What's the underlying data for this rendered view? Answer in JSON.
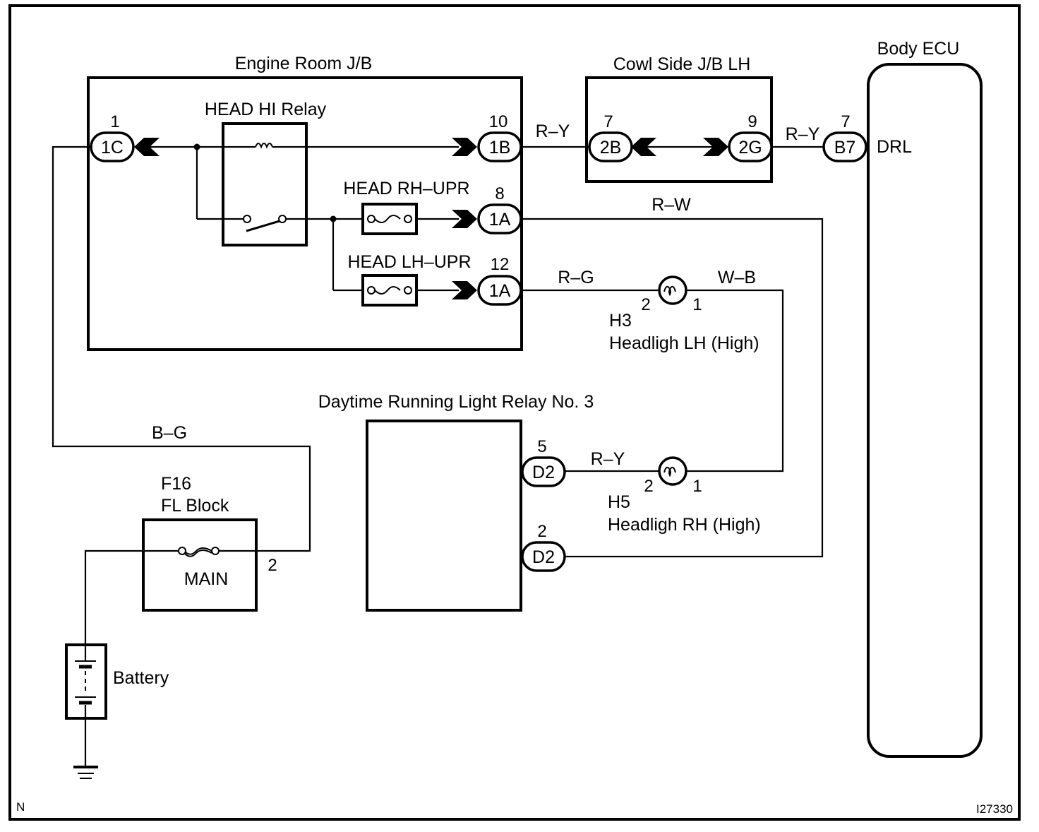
{
  "diagram": {
    "corner_left": "N",
    "figure_id": "I27330",
    "components": {
      "engine_room_jb": {
        "title": "Engine Room J/B"
      },
      "head_hi_relay": {
        "title": "HEAD HI Relay"
      },
      "fuse_head_rh_upr": {
        "title": "HEAD RH–UPR"
      },
      "fuse_head_lh_upr": {
        "title": "HEAD LH–UPR"
      },
      "cowl_side_jb": {
        "title": "Cowl Side J/B LH"
      },
      "body_ecu": {
        "title": "Body ECU",
        "terminal": "DRL"
      },
      "drl_relay": {
        "title": "Daytime Running Light Relay No. 3"
      },
      "fl_block": {
        "code": "F16",
        "title": "FL Block",
        "fuse": "MAIN",
        "pin": "2"
      },
      "battery": {
        "title": "Battery"
      },
      "headlight_lh": {
        "code": "H3",
        "title": "Headligh LH (High)",
        "pin_in": "2",
        "pin_out": "1"
      },
      "headlight_rh": {
        "code": "H5",
        "title": "Headligh RH (High)",
        "pin_in": "2",
        "pin_out": "1"
      }
    },
    "connectors": {
      "c1C": {
        "name": "1C",
        "pin": "1"
      },
      "c1B": {
        "name": "1B",
        "pin": "10"
      },
      "c1A_8": {
        "name": "1A",
        "pin": "8"
      },
      "c1A_12": {
        "name": "1A",
        "pin": "12"
      },
      "c2B": {
        "name": "2B",
        "pin": "7"
      },
      "c2G": {
        "name": "2G",
        "pin": "9"
      },
      "cB7": {
        "name": "B7",
        "pin": "7"
      },
      "cD2_5": {
        "name": "D2",
        "pin": "5"
      },
      "cD2_2": {
        "name": "D2",
        "pin": "2"
      }
    },
    "wires": {
      "w_1B_2B": "R–Y",
      "w_2G_B7": "R–Y",
      "w_1A8": "R–W",
      "w_1A12": "R–G",
      "w_H3_out": "W–B",
      "w_D2_5": "R–Y",
      "w_fl": "B–G"
    }
  }
}
